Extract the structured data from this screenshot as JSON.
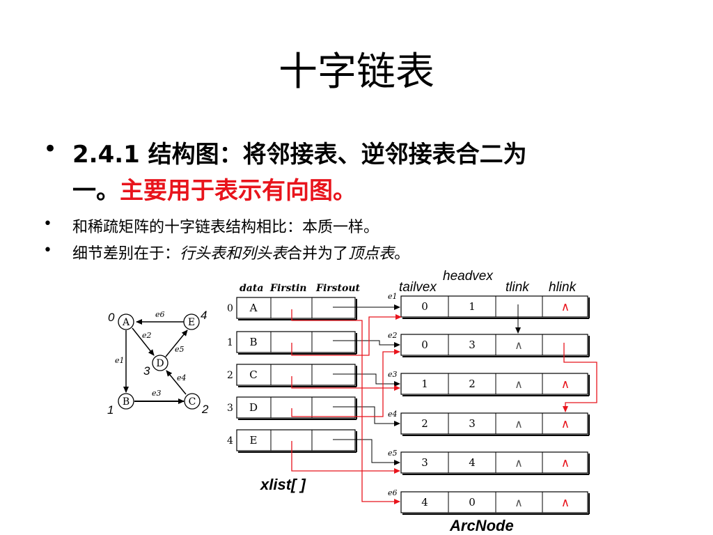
{
  "title": "十字链表",
  "bullet1": {
    "prefix": "2.4.1 ",
    "text": "结构图：将邻接表、逆邻接表合二为",
    "line2_plain": "一。",
    "line2_red": "主要用于表示有向图。"
  },
  "bullet2": {
    "text": "和稀疏矩阵的十字链表结构相比：本质一样。"
  },
  "bullet3": {
    "part1": "细节差别在于：",
    "part2_italic": "行头表和列头表",
    "part3": "合并为了",
    "part4_italic": "顶点表",
    "part5": "。"
  },
  "graph": {
    "nodes": [
      {
        "label": "A",
        "index": "0"
      },
      {
        "label": "B",
        "index": "1"
      },
      {
        "label": "C",
        "index": "2"
      },
      {
        "label": "D",
        "index": "3"
      },
      {
        "label": "E",
        "index": "4"
      }
    ],
    "edges": [
      {
        "from": "E",
        "to": "A",
        "label": "e6"
      },
      {
        "from": "A",
        "to": "D",
        "label": "e2"
      },
      {
        "from": "D",
        "to": "E",
        "label": "e5"
      },
      {
        "from": "A",
        "to": "B",
        "label": "e1"
      },
      {
        "from": "C",
        "to": "D",
        "label": "e4"
      },
      {
        "from": "B",
        "to": "C",
        "label": "e3"
      }
    ]
  },
  "xlist": {
    "headers": [
      "data",
      "Firstin",
      "Firstout"
    ],
    "rows": [
      {
        "index": "0",
        "data": "A"
      },
      {
        "index": "1",
        "data": "B"
      },
      {
        "index": "2",
        "data": "C"
      },
      {
        "index": "3",
        "data": "D"
      },
      {
        "index": "4",
        "data": "E"
      }
    ],
    "caption": "xlist[ ]"
  },
  "arcnode": {
    "headers": [
      "tailvex",
      "headvex",
      "tlink",
      "hlink"
    ],
    "rows": [
      {
        "edge": "e1",
        "tailvex": "0",
        "headvex": "1",
        "tlink": "",
        "hlink": "∧"
      },
      {
        "edge": "e2",
        "tailvex": "0",
        "headvex": "3",
        "tlink": "∧",
        "hlink": ""
      },
      {
        "edge": "e3",
        "tailvex": "1",
        "headvex": "2",
        "tlink": "∧",
        "hlink": "∧"
      },
      {
        "edge": "e4",
        "tailvex": "2",
        "headvex": "3",
        "tlink": "∧",
        "hlink": "∧"
      },
      {
        "edge": "e5",
        "tailvex": "3",
        "headvex": "4",
        "tlink": "∧",
        "hlink": "∧"
      },
      {
        "edge": "e6",
        "tailvex": "4",
        "headvex": "0",
        "tlink": "∧",
        "hlink": "∧"
      }
    ],
    "caption": "ArcNode"
  },
  "colors": {
    "red_text": "#e8141c",
    "red_line": "#e8141c",
    "black": "#000000"
  }
}
